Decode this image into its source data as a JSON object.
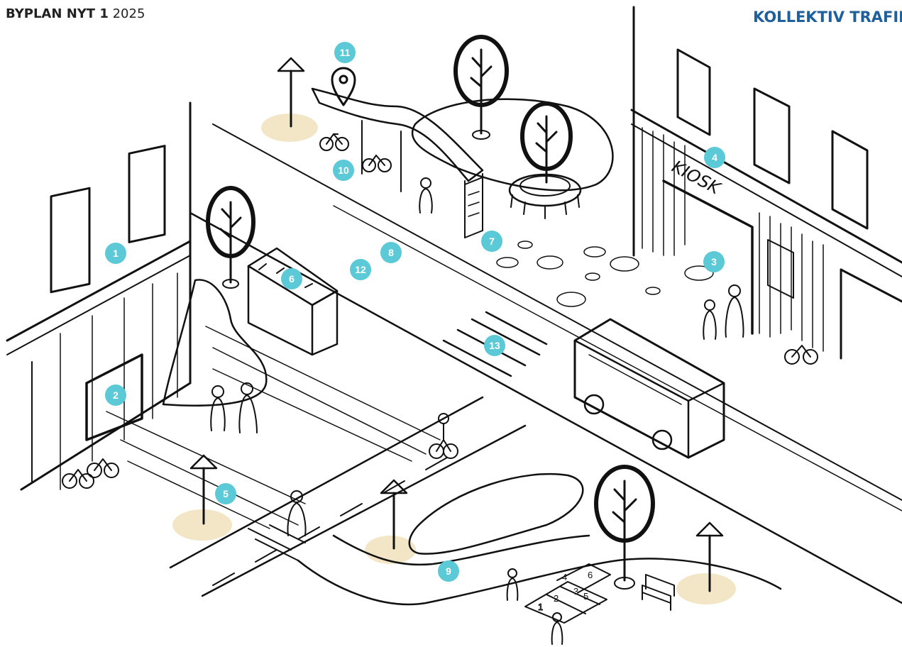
{
  "header": {
    "title": "BYPLAN NYT 1",
    "year": "2025",
    "section": "KOLLEKTIV TRAFIK"
  },
  "storefront_sign": "KIOSK",
  "markers": [
    "1",
    "2",
    "3",
    "4",
    "5",
    "6",
    "7",
    "8",
    "9",
    "10",
    "11",
    "12",
    "13"
  ],
  "hopscotch_numbers": [
    "1",
    "2",
    "3",
    "4",
    "5",
    "6"
  ],
  "colors": {
    "marker": "#5bc9d6",
    "tree": "#a6bf8c",
    "light_pool": "#f3e6c6",
    "header_accent": "#1f5f9a"
  }
}
